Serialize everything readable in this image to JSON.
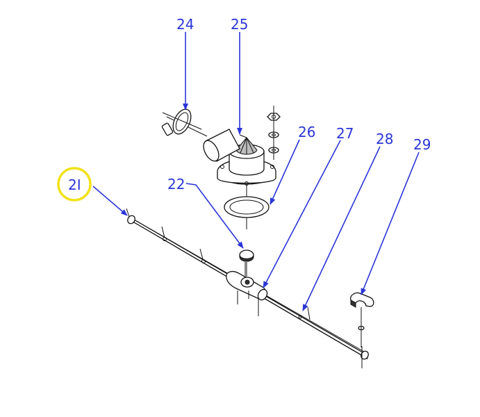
{
  "colors": {
    "callout": "#2a35d8",
    "highlight": "#f2e21a",
    "line_art": "#111111"
  },
  "callouts": {
    "c21": "2I",
    "c22": "22",
    "c24": "24",
    "c25": "25",
    "c26": "26",
    "c27": "27",
    "c28": "28",
    "c29": "29"
  },
  "highlighted_callout": "2I"
}
